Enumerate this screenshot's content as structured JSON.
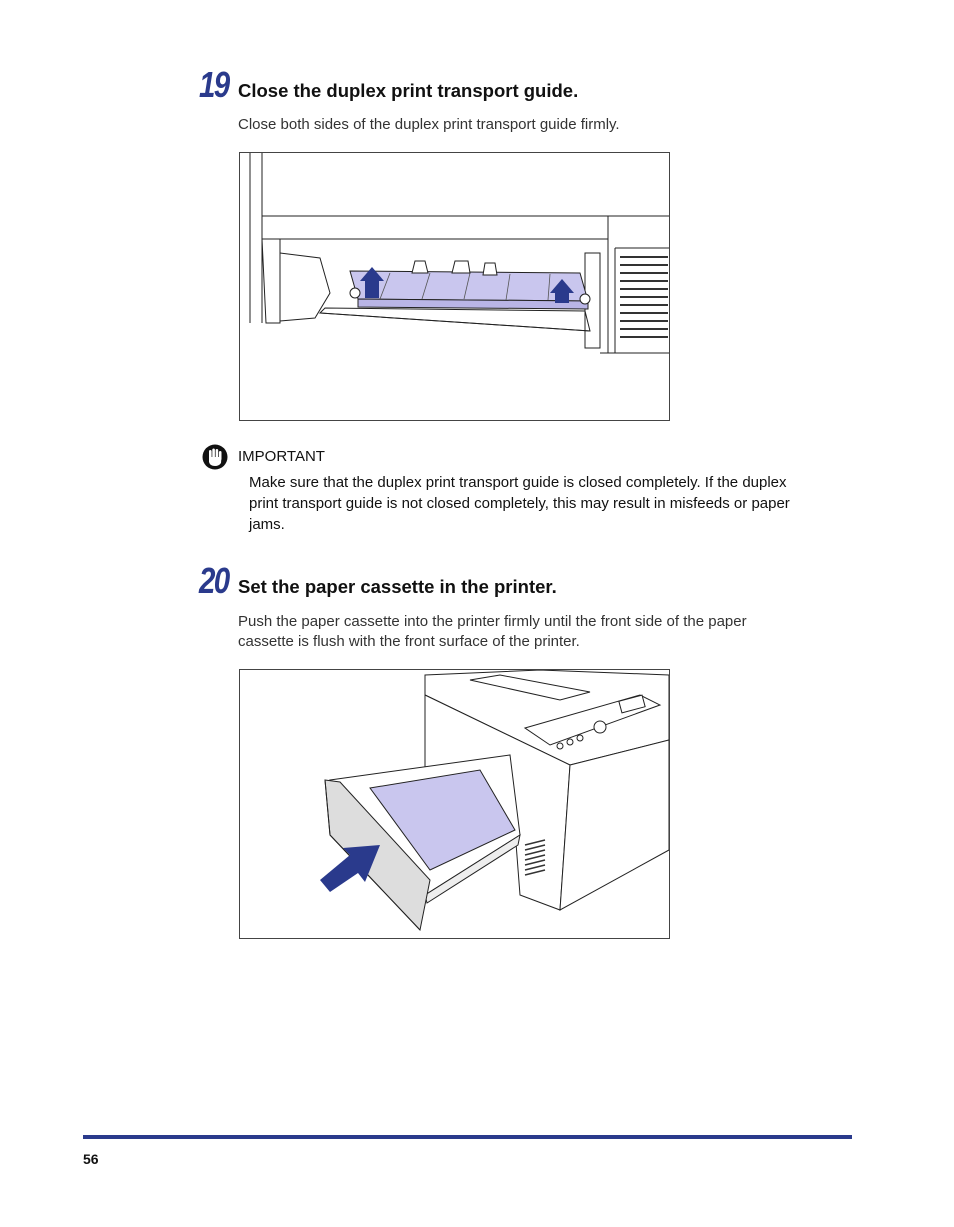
{
  "steps": [
    {
      "number": "19",
      "title": "Close the duplex print transport guide.",
      "body": "Close both sides of the duplex print transport guide firmly."
    },
    {
      "number": "20",
      "title": "Set the paper cassette in the printer.",
      "body_line1": "Push the paper cassette into the printer firmly until the front side of the paper",
      "body_line2": "cassette is flush with the front surface of the printer."
    }
  ],
  "important": {
    "icon": "hand-stop-icon",
    "label": "IMPORTANT",
    "line1": "Make sure that the duplex print transport guide is closed completely. If the duplex",
    "line2": "print transport guide is not closed completely, this may result in misfeeds or paper",
    "line3": "jams."
  },
  "footer": {
    "page_number": "56",
    "rule_color": "#2a3a8c"
  },
  "colors": {
    "accent": "#2a3a8c",
    "highlight": "#c9c6ee"
  }
}
